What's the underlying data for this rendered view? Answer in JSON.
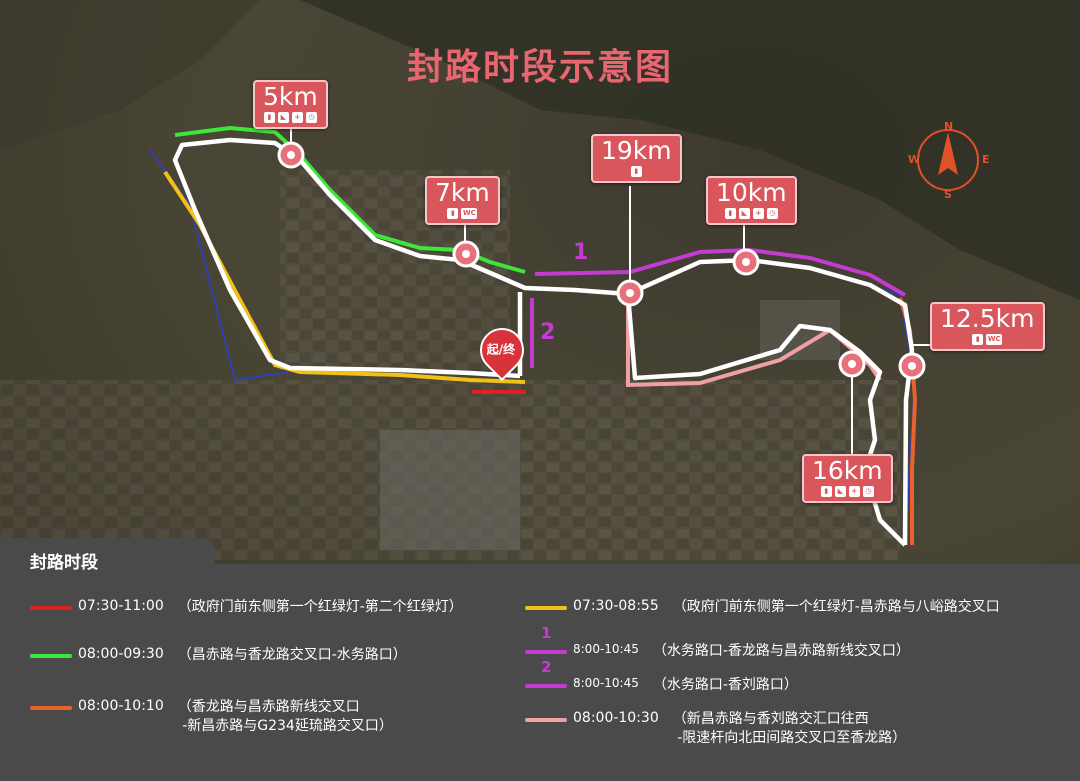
{
  "title": "封路时段示意图",
  "markers": [
    {
      "id": "5km",
      "label": "5km",
      "icons": [
        "water",
        "shoe",
        "medical",
        "timer"
      ]
    },
    {
      "id": "7km",
      "label": "7km",
      "icons": [
        "water",
        "wc"
      ]
    },
    {
      "id": "19km",
      "label": "19km",
      "icons": [
        "water"
      ]
    },
    {
      "id": "10km",
      "label": "10km",
      "icons": [
        "water",
        "shoe",
        "medical",
        "timer"
      ]
    },
    {
      "id": "12.5km",
      "label": "12.5km",
      "icons": [
        "water",
        "wc"
      ]
    },
    {
      "id": "16km",
      "label": "16km",
      "icons": [
        "water",
        "shoe",
        "medical",
        "timer"
      ]
    }
  ],
  "start_finish": "起/终",
  "route_numbers": [
    "1",
    "2"
  ],
  "compass": {
    "n": "N",
    "e": "E",
    "s": "S",
    "w": "W"
  },
  "colors": {
    "red": "#e02020",
    "green": "#3ee63a",
    "orange": "#e8632c",
    "yellow": "#f2c118",
    "purple": "#c33ccf",
    "pink": "#f0a0a5",
    "route": "#ffffff",
    "title": "#e86670"
  },
  "legend": {
    "title": "封路时段",
    "items": [
      {
        "color": "red",
        "time": "07:30-11:00",
        "desc": "（政府门前东侧第一个红绿灯-第二个红绿灯）"
      },
      {
        "color": "green",
        "time": "08:00-09:30",
        "desc": "（昌赤路与香龙路交叉口-水务路口）"
      },
      {
        "color": "orange",
        "time": "08:00-10:10",
        "desc": "（香龙路与昌赤路新线交叉口\n -新昌赤路与G234延琉路交叉口）"
      },
      {
        "color": "yellow",
        "time": "07:30-08:55",
        "desc": "（政府门前东侧第一个红绿灯-昌赤路与八峪路交叉口"
      },
      {
        "color": "purple",
        "num": "1",
        "time": "8:00-10:45",
        "desc": "（水务路口-香龙路与昌赤路新线交叉口）"
      },
      {
        "color": "purple",
        "num": "2",
        "time": "8:00-10:45",
        "desc": "（水务路口-香刘路口）"
      },
      {
        "color": "pink",
        "time": "08:00-10:30",
        "desc": "（新昌赤路与香刘路交汇口往西\n -限速杆向北田间路交叉口至香龙路）"
      }
    ]
  }
}
